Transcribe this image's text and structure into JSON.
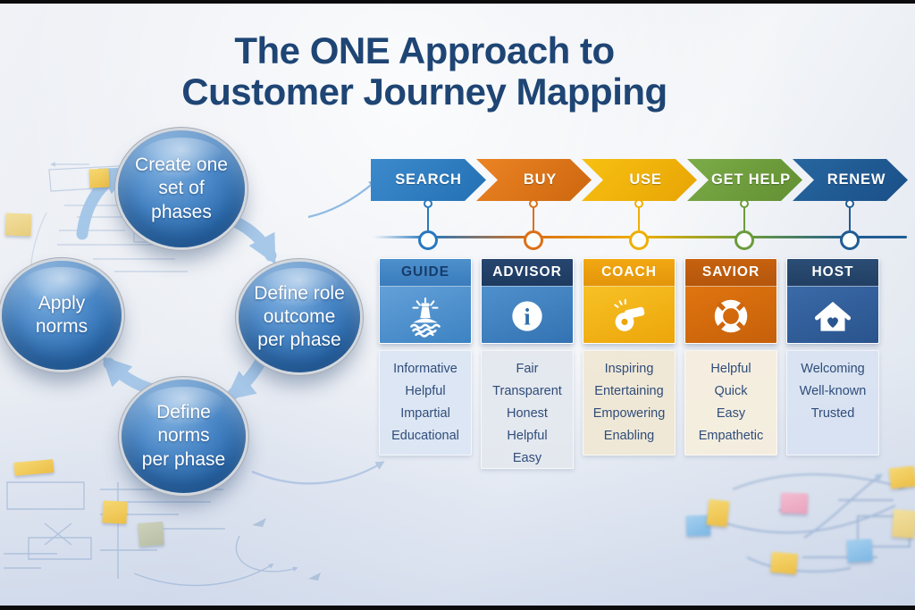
{
  "title": {
    "pre": "The ",
    "highlight": "ONE",
    "post": " Approach to",
    "line2": "Customer Journey Mapping"
  },
  "cycle": {
    "steps": [
      {
        "id": "create-phases",
        "label": "Create one\nset of\nphases"
      },
      {
        "id": "define-role-outcome",
        "label": "Define role\noutcome\nper phase"
      },
      {
        "id": "define-norms",
        "label": "Define\nnorms\nper phase"
      },
      {
        "id": "apply-norms",
        "label": "Apply\nnorms"
      }
    ]
  },
  "journey": {
    "phases": [
      {
        "label": "SEARCH",
        "color": "#2878BE"
      },
      {
        "label": "BUY",
        "color": "#DC7018"
      },
      {
        "label": "USE",
        "color": "#EFAF06"
      },
      {
        "label": "GET HELP",
        "color": "#6B9C3C"
      },
      {
        "label": "RENEW",
        "color": "#205C94"
      }
    ]
  },
  "roles": [
    {
      "name": "GUIDE",
      "icon": "lighthouse-icon",
      "header_color": "#4589C8",
      "body_color": "#4E94D2",
      "attributes": [
        "Informative",
        "Helpful",
        "Impartial",
        "Educational"
      ]
    },
    {
      "name": "ADVISOR",
      "icon": "info-icon",
      "header_color": "#22406A",
      "body_color": "#3E82C2",
      "attributes": [
        "Fair",
        "Transparent",
        "Honest",
        "Helpful",
        "Easy"
      ]
    },
    {
      "name": "COACH",
      "icon": "whistle-icon",
      "header_color": "#EC9F10",
      "body_color": "#F2B514",
      "attributes": [
        "Inspiring",
        "Entertaining",
        "Empowering",
        "Enabling"
      ]
    },
    {
      "name": "SAVIOR",
      "icon": "lifebuoy-icon",
      "header_color": "#BF5C0E",
      "body_color": "#D46A10",
      "attributes": [
        "Helpful",
        "Quick",
        "Easy",
        "Empathetic"
      ]
    },
    {
      "name": "HOST",
      "icon": "house-heart-icon",
      "header_color": "#27466B",
      "body_color": "#2F5F9D",
      "attributes": [
        "Welcoming",
        "Well-known",
        "Trusted"
      ]
    }
  ],
  "palette": {
    "background": "#ECEFF4",
    "title_text": "#1E4574",
    "bubble_blue": "#3D7EC1",
    "cycle_arrow": "#A6C9E8"
  }
}
